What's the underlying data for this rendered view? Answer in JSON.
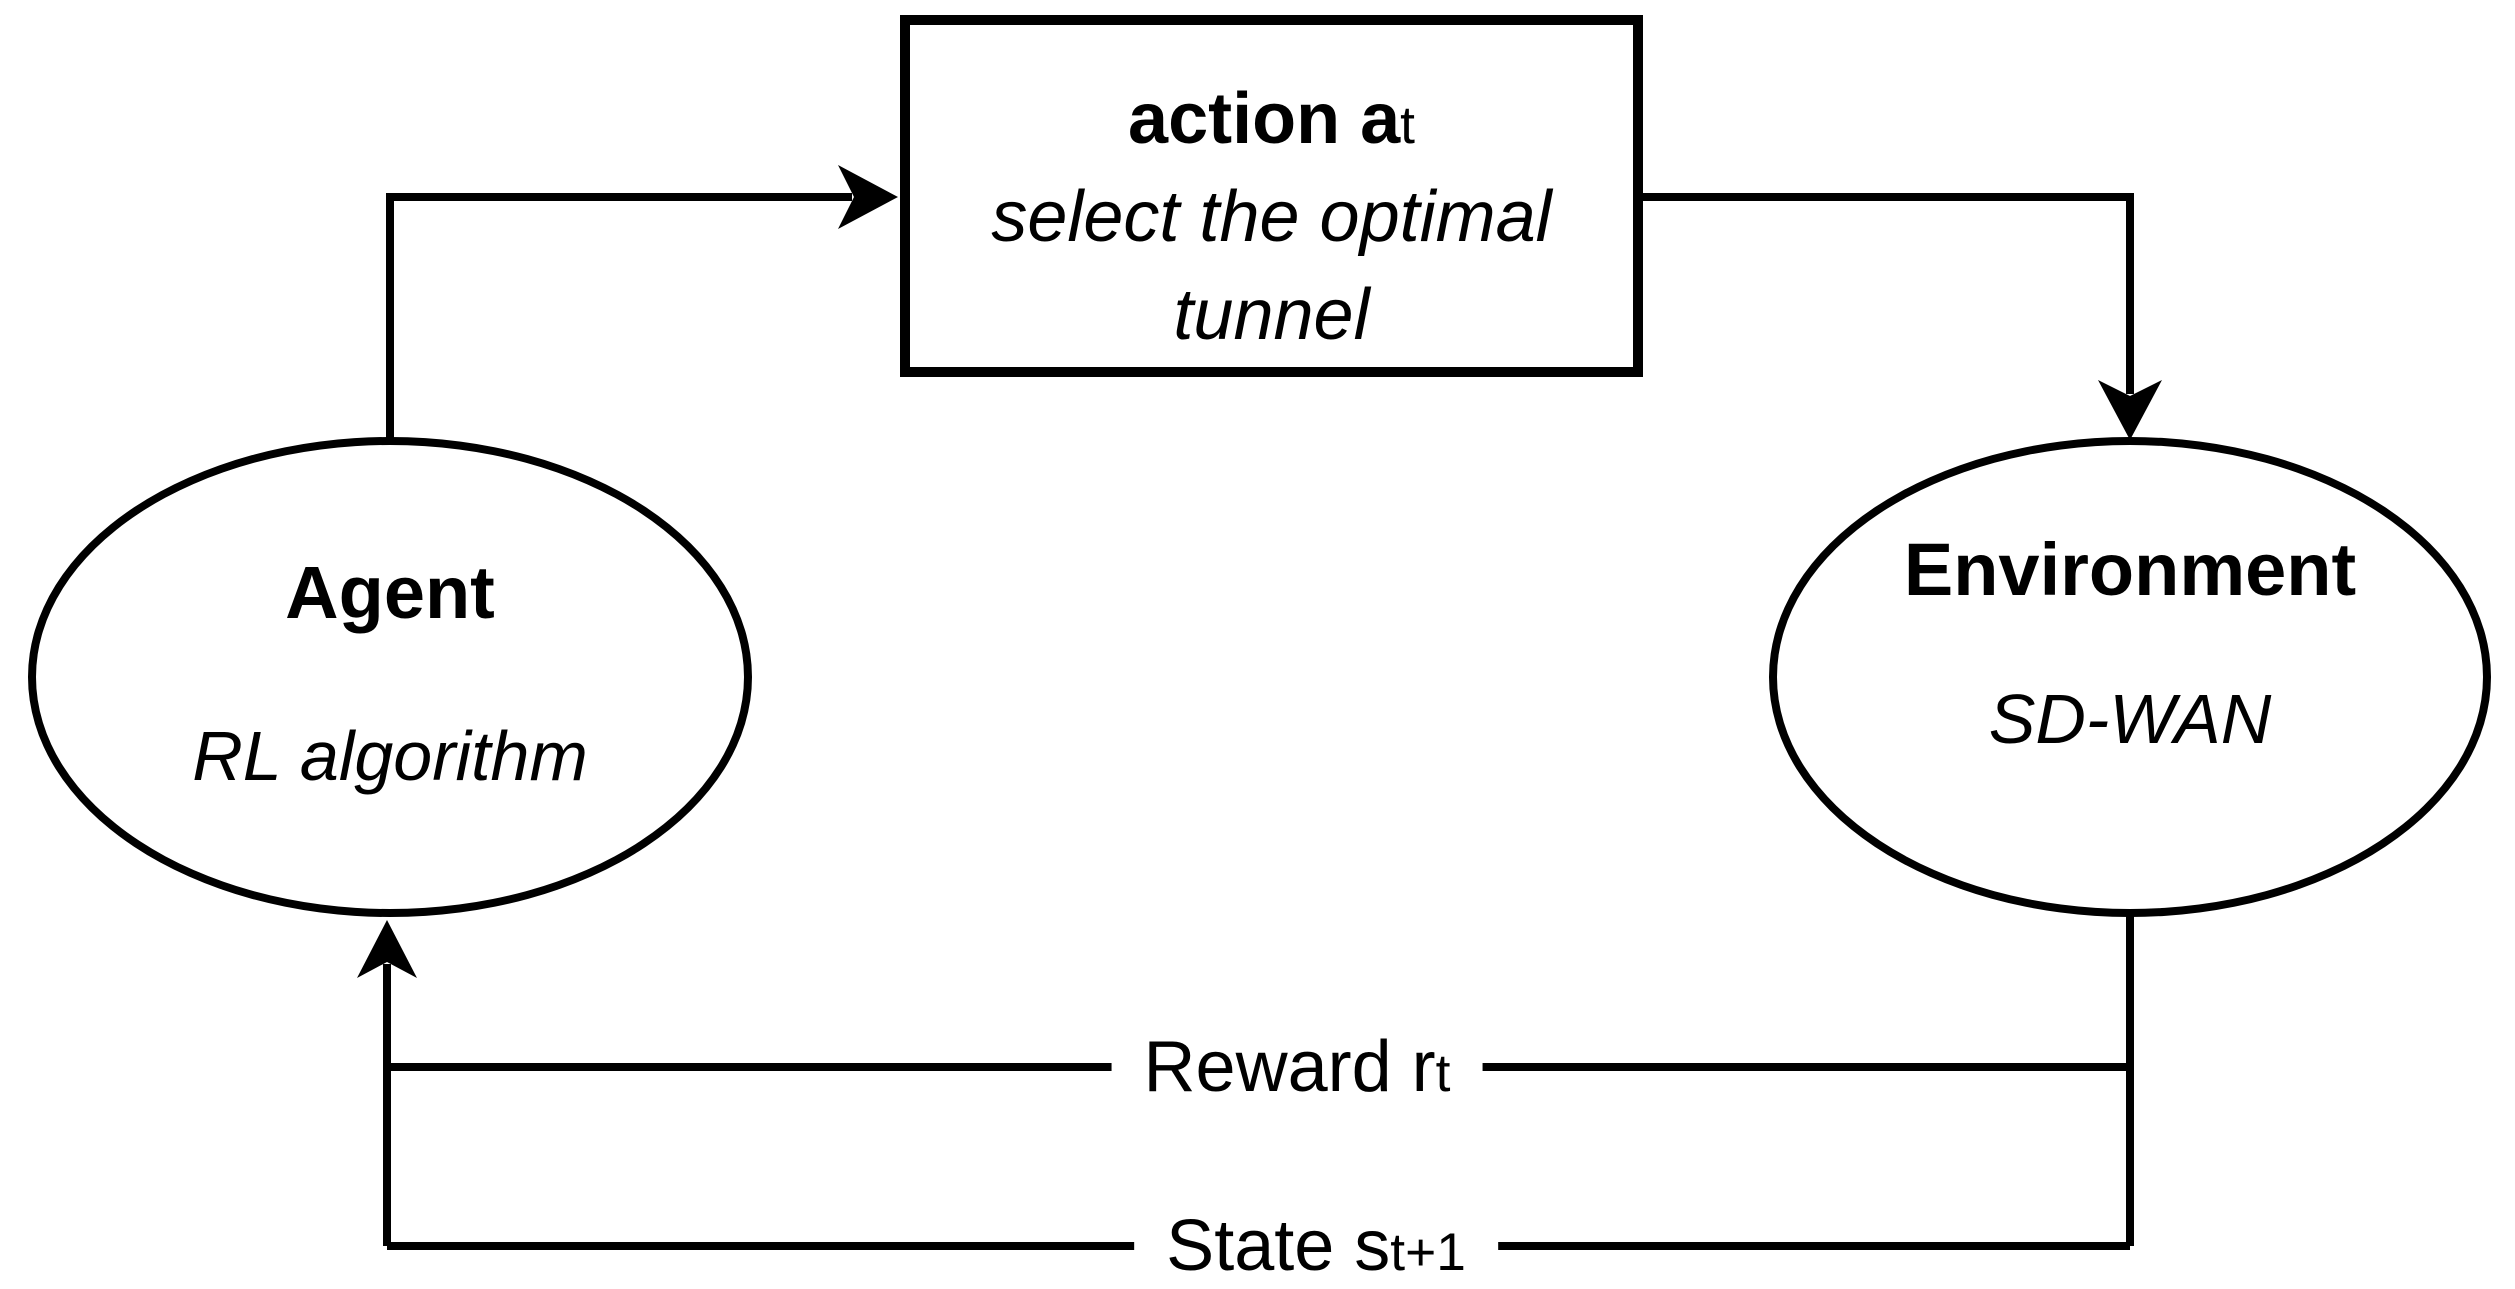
{
  "diagram": {
    "background_color": "#ffffff",
    "ink_color": "#000000"
  },
  "action_box": {
    "title_main": "action a",
    "title_sub": "t",
    "line2": "select the optimal",
    "line3": "tunnel"
  },
  "agent": {
    "title": "Agent",
    "subtitle": "RL algorithm"
  },
  "environment": {
    "title": "Environment",
    "subtitle": "SD-WAN"
  },
  "labels": {
    "reward_main": "Reward r",
    "reward_sub": "t",
    "state_main": "State s",
    "state_sub": "t+1"
  }
}
